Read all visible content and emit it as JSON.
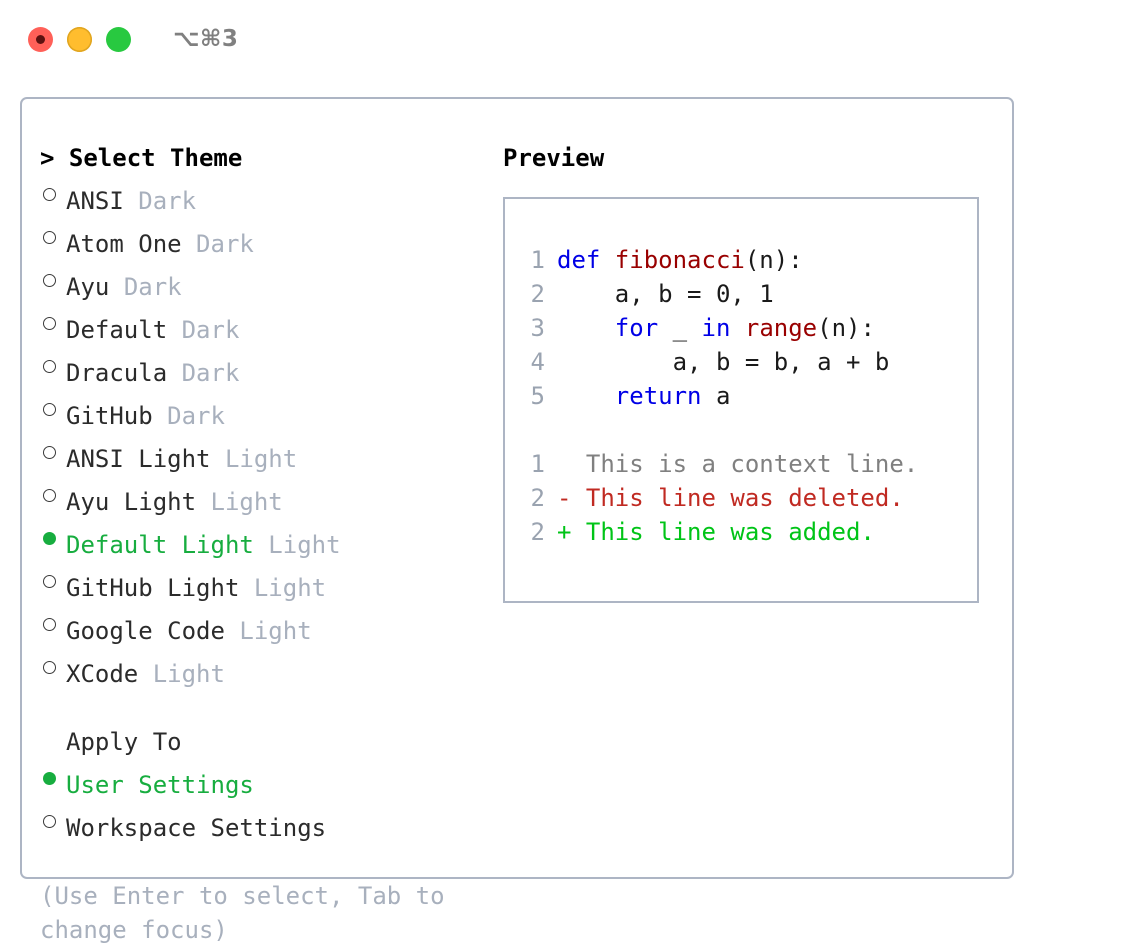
{
  "titlebar": {
    "shortcut": "⌥⌘3",
    "lights": [
      "close",
      "minimize",
      "maximize"
    ]
  },
  "theme_picker": {
    "header": "> Select Theme",
    "items": [
      {
        "marker": "o",
        "name": "ANSI",
        "category": "Dark",
        "selected": false
      },
      {
        "marker": "o",
        "name": "Atom One",
        "category": "Dark",
        "selected": false
      },
      {
        "marker": "o",
        "name": "Ayu",
        "category": "Dark",
        "selected": false
      },
      {
        "marker": "o",
        "name": "Default",
        "category": "Dark",
        "selected": false
      },
      {
        "marker": "o",
        "name": "Dracula",
        "category": "Dark",
        "selected": false
      },
      {
        "marker": "o",
        "name": "GitHub",
        "category": "Dark",
        "selected": false
      },
      {
        "marker": "o",
        "name": "ANSI Light",
        "category": "Light",
        "selected": false
      },
      {
        "marker": "o",
        "name": "Ayu Light",
        "category": "Light",
        "selected": false
      },
      {
        "marker": "●",
        "name": "Default Light",
        "category": "Light",
        "selected": true
      },
      {
        "marker": "o",
        "name": "GitHub Light",
        "category": "Light",
        "selected": false
      },
      {
        "marker": "o",
        "name": "Google Code",
        "category": "Light",
        "selected": false
      },
      {
        "marker": "o",
        "name": "XCode",
        "category": "Light",
        "selected": false
      }
    ]
  },
  "apply_to": {
    "title": "Apply To",
    "items": [
      {
        "marker": "●",
        "name": "User Settings",
        "selected": true
      },
      {
        "marker": "o",
        "name": "Workspace Settings",
        "selected": false
      }
    ]
  },
  "hint": "(Use Enter to select, Tab to change focus)",
  "preview": {
    "heading": "Preview",
    "code_lines": [
      {
        "no": "1",
        "tokens": [
          {
            "t": "def ",
            "c": "kw"
          },
          {
            "t": "fibonacci",
            "c": "fn"
          },
          {
            "t": "(n):",
            "c": "plain"
          }
        ]
      },
      {
        "no": "2",
        "tokens": [
          {
            "t": "    a, b = 0, 1",
            "c": "plain"
          }
        ]
      },
      {
        "no": "3",
        "tokens": [
          {
            "t": "    ",
            "c": "plain"
          },
          {
            "t": "for",
            "c": "kw"
          },
          {
            "t": " _ ",
            "c": "plain"
          },
          {
            "t": "in",
            "c": "kw"
          },
          {
            "t": " ",
            "c": "plain"
          },
          {
            "t": "range",
            "c": "fn"
          },
          {
            "t": "(n):",
            "c": "plain"
          }
        ]
      },
      {
        "no": "4",
        "tokens": [
          {
            "t": "        a, b = b, a + b",
            "c": "plain"
          }
        ]
      },
      {
        "no": "5",
        "tokens": [
          {
            "t": "    ",
            "c": "plain"
          },
          {
            "t": "return",
            "c": "kw"
          },
          {
            "t": " a",
            "c": "plain"
          }
        ]
      }
    ],
    "diff_lines": [
      {
        "no": "1",
        "text": "  This is a context line.",
        "kind": "context"
      },
      {
        "no": "2",
        "text": "- This line was deleted.",
        "kind": "del"
      },
      {
        "no": "2",
        "text": "+ This line was added.",
        "kind": "add"
      }
    ]
  },
  "colors": {
    "accent_green": "#17ad3f",
    "muted_gray": "#a8b0bd",
    "border": "#adb5c4",
    "keyword_blue": "#0000e6",
    "function_red": "#990000",
    "diff_delete": "#c02a22",
    "diff_add": "#00c417",
    "light_red": "#ff6058",
    "light_yellow": "#ffbd2e",
    "light_green": "#28c940"
  }
}
